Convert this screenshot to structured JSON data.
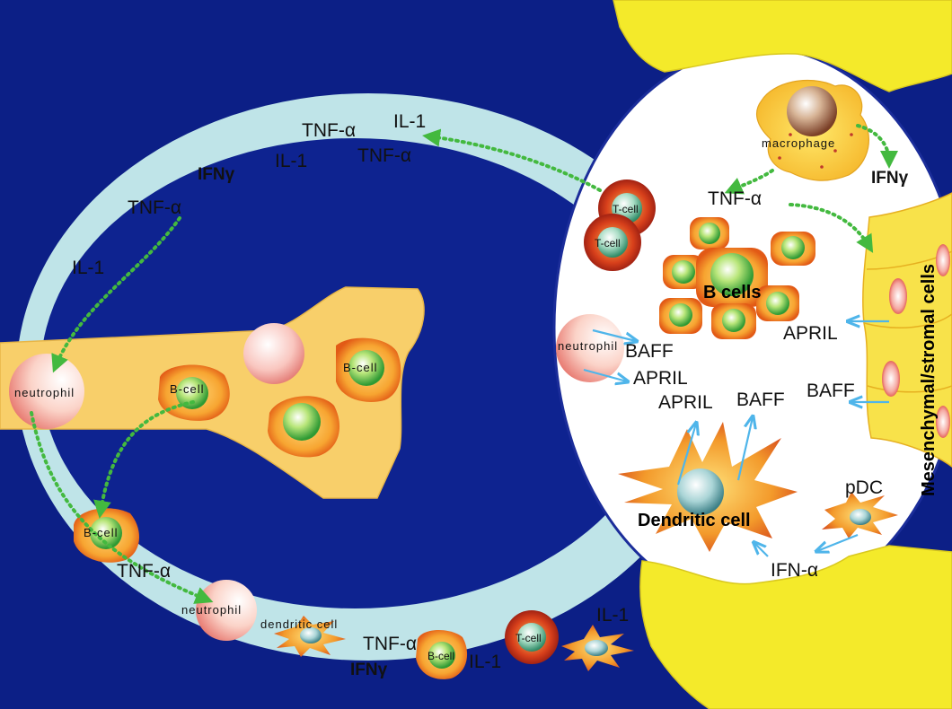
{
  "colors": {
    "background": "#0c1f86",
    "ring": "#bfe4e8",
    "bone": "#f8cf6a",
    "bone_end": "#f4ea2a",
    "signal_arrow": "#43b93f",
    "binding_arrow": "#4fb5ea"
  },
  "cytokines": {
    "tnf1": "TNF-α",
    "il1_1": "IL-1",
    "il1_2": "IL-1",
    "tnf2": "TNF-α",
    "ifng1": "IFNγ",
    "tnf3": "TNF-α",
    "il1_3": "IL-1",
    "tnf4": "TNF-α",
    "tnf5": "TNF-α",
    "ifng2": "IFNγ",
    "il1_4": "IL-1",
    "il1_5": "IL-1",
    "tnf_marrow": "TNF-α",
    "ifng_marrow": "IFNγ",
    "april1": "APRIL",
    "baff1": "BAFF",
    "april2": "APRIL",
    "april3": "APRIL",
    "baff2": "BAFF",
    "baff3": "BAFF",
    "ifna": "IFN-α"
  },
  "cells": {
    "neutrophil_left": "neutrophil",
    "bcell_bone1": "B-cell",
    "bcell_bone2": "B-cell",
    "bcell_ring_left": "B-cell",
    "neutrophil_bottom": "neutrophil",
    "dendritic_small": "dendritic cell",
    "bcell_bottom": "B-cell",
    "tcell_bottom": "T-cell",
    "tcell1": "T-cell",
    "tcell2": "T-cell",
    "macrophage": "macrophage",
    "bcells_cluster": "B cells",
    "neutrophil_marrow": "neutrophil",
    "dendritic_big": "Dendritic cell",
    "pdc": "pDC",
    "stromal": "Mesenchymal/stromal cells"
  }
}
